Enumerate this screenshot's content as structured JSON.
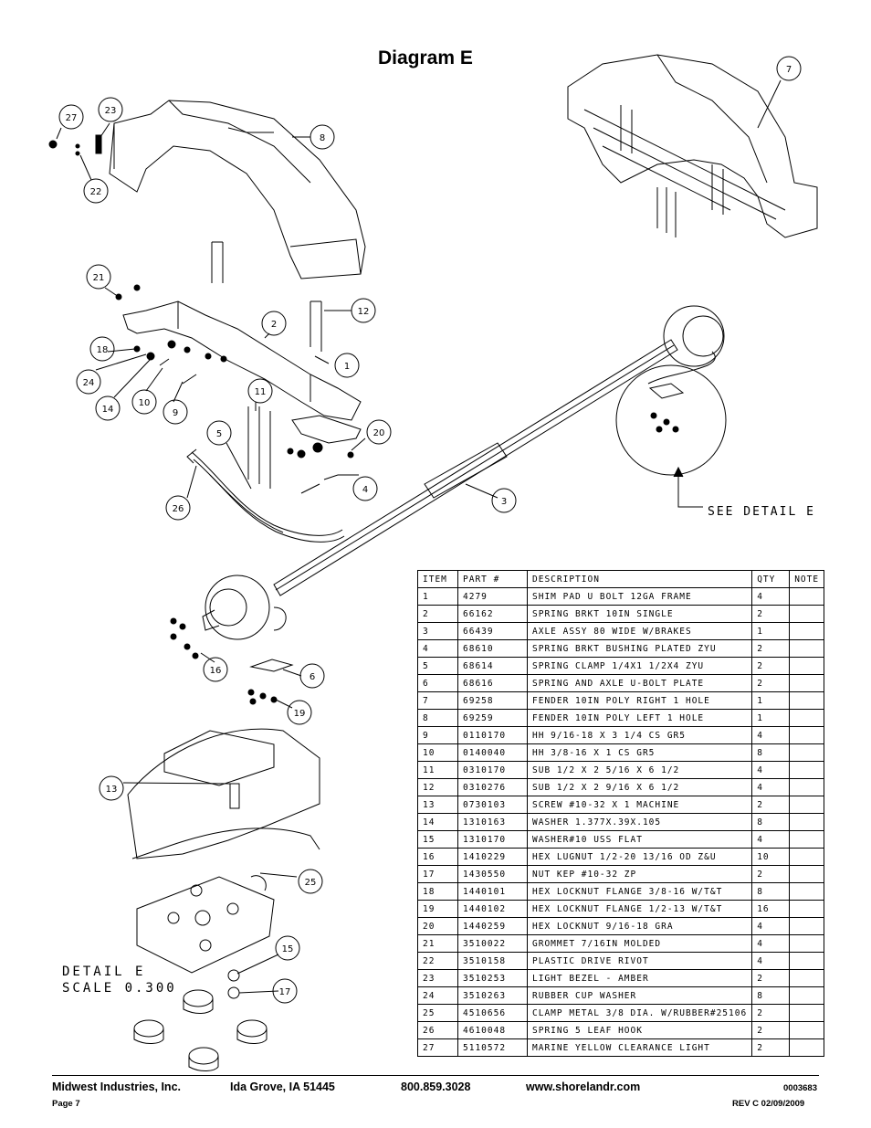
{
  "title": "Diagram E",
  "callouts": [
    "27",
    "23",
    "22",
    "8",
    "7",
    "21",
    "12",
    "2",
    "1",
    "18",
    "24",
    "14",
    "10",
    "9",
    "11",
    "5",
    "20",
    "4",
    "26",
    "3",
    "16",
    "6",
    "19",
    "13",
    "25",
    "15",
    "17"
  ],
  "see_detail": "SEE DETAIL E",
  "detail_label": "DETAIL E",
  "detail_scale": "SCALE 0.300",
  "parts_table": {
    "headers": [
      "ITEM",
      "PART #",
      "DESCRIPTION",
      "QTY",
      "NOTE"
    ],
    "rows": [
      [
        "1",
        "4279",
        "SHIM PAD  U BOLT 12GA FRAME",
        "4",
        ""
      ],
      [
        "2",
        "66162",
        "SPRING BRKT  10IN SINGLE",
        "2",
        ""
      ],
      [
        "3",
        "66439",
        "AXLE ASSY 80 WIDE W/BRAKES",
        "1",
        ""
      ],
      [
        "4",
        "68610",
        "SPRING BRKT BUSHING PLATED ZYU",
        "2",
        ""
      ],
      [
        "5",
        "68614",
        "SPRING CLAMP  1/4X1 1/2X4  ZYU",
        "2",
        ""
      ],
      [
        "6",
        "68616",
        "SPRING AND AXLE U-BOLT PLATE",
        "2",
        ""
      ],
      [
        "7",
        "69258",
        "FENDER  10IN POLY RIGHT 1 HOLE",
        "1",
        ""
      ],
      [
        "8",
        "69259",
        "FENDER  10IN POLY LEFT 1 HOLE",
        "1",
        ""
      ],
      [
        "9",
        "0110170",
        "HH 9/16-18 X 3 1/4 CS GR5",
        "4",
        ""
      ],
      [
        "10",
        "0140040",
        "HH 3/8-16 X 1 CS GR5",
        "8",
        ""
      ],
      [
        "11",
        "0310170",
        "SUB 1/2 X 2 5/16 X 6 1/2",
        "4",
        ""
      ],
      [
        "12",
        "0310276",
        "SUB 1/2 X 2 9/16 X 6 1/2",
        "4",
        ""
      ],
      [
        "13",
        "0730103",
        "SCREW #10-32 X 1 MACHINE",
        "2",
        ""
      ],
      [
        "14",
        "1310163",
        "WASHER 1.377X.39X.105",
        "8",
        ""
      ],
      [
        "15",
        "1310170",
        "WASHER#10 USS FLAT",
        "4",
        ""
      ],
      [
        "16",
        "1410229",
        "HEX LUGNUT 1/2-20 13/16 OD Z&U",
        "10",
        ""
      ],
      [
        "17",
        "1430550",
        "NUT KEP #10-32 ZP",
        "2",
        ""
      ],
      [
        "18",
        "1440101",
        "HEX LOCKNUT FLANGE 3/8-16 W/T&T",
        "8",
        ""
      ],
      [
        "19",
        "1440102",
        "HEX LOCKNUT FLANGE 1/2-13 W/T&T",
        "16",
        ""
      ],
      [
        "20",
        "1440259",
        "HEX LOCKNUT 9/16-18 GRA",
        "4",
        ""
      ],
      [
        "21",
        "3510022",
        "GROMMET  7/16IN MOLDED",
        "4",
        ""
      ],
      [
        "22",
        "3510158",
        "PLASTIC DRIVE RIVOT",
        "4",
        ""
      ],
      [
        "23",
        "3510253",
        "LIGHT BEZEL - AMBER",
        "2",
        ""
      ],
      [
        "24",
        "3510263",
        "RUBBER CUP WASHER",
        "8",
        ""
      ],
      [
        "25",
        "4510656",
        "CLAMP METAL 3/8 DIA. W/RUBBER#25106",
        "2",
        ""
      ],
      [
        "26",
        "4610048",
        "SPRING  5 LEAF HOOK",
        "2",
        ""
      ],
      [
        "27",
        "5110572",
        "MARINE YELLOW CLEARANCE LIGHT",
        "2",
        ""
      ]
    ]
  },
  "footer": {
    "company": "Midwest Industries, Inc.",
    "city": "Ida Grove, IA  51445",
    "phone": "800.859.3028",
    "website": "www.shorelandr.com",
    "doc_number": "0003683",
    "page": "Page 7",
    "revision": "REV C  02/09/2009"
  }
}
